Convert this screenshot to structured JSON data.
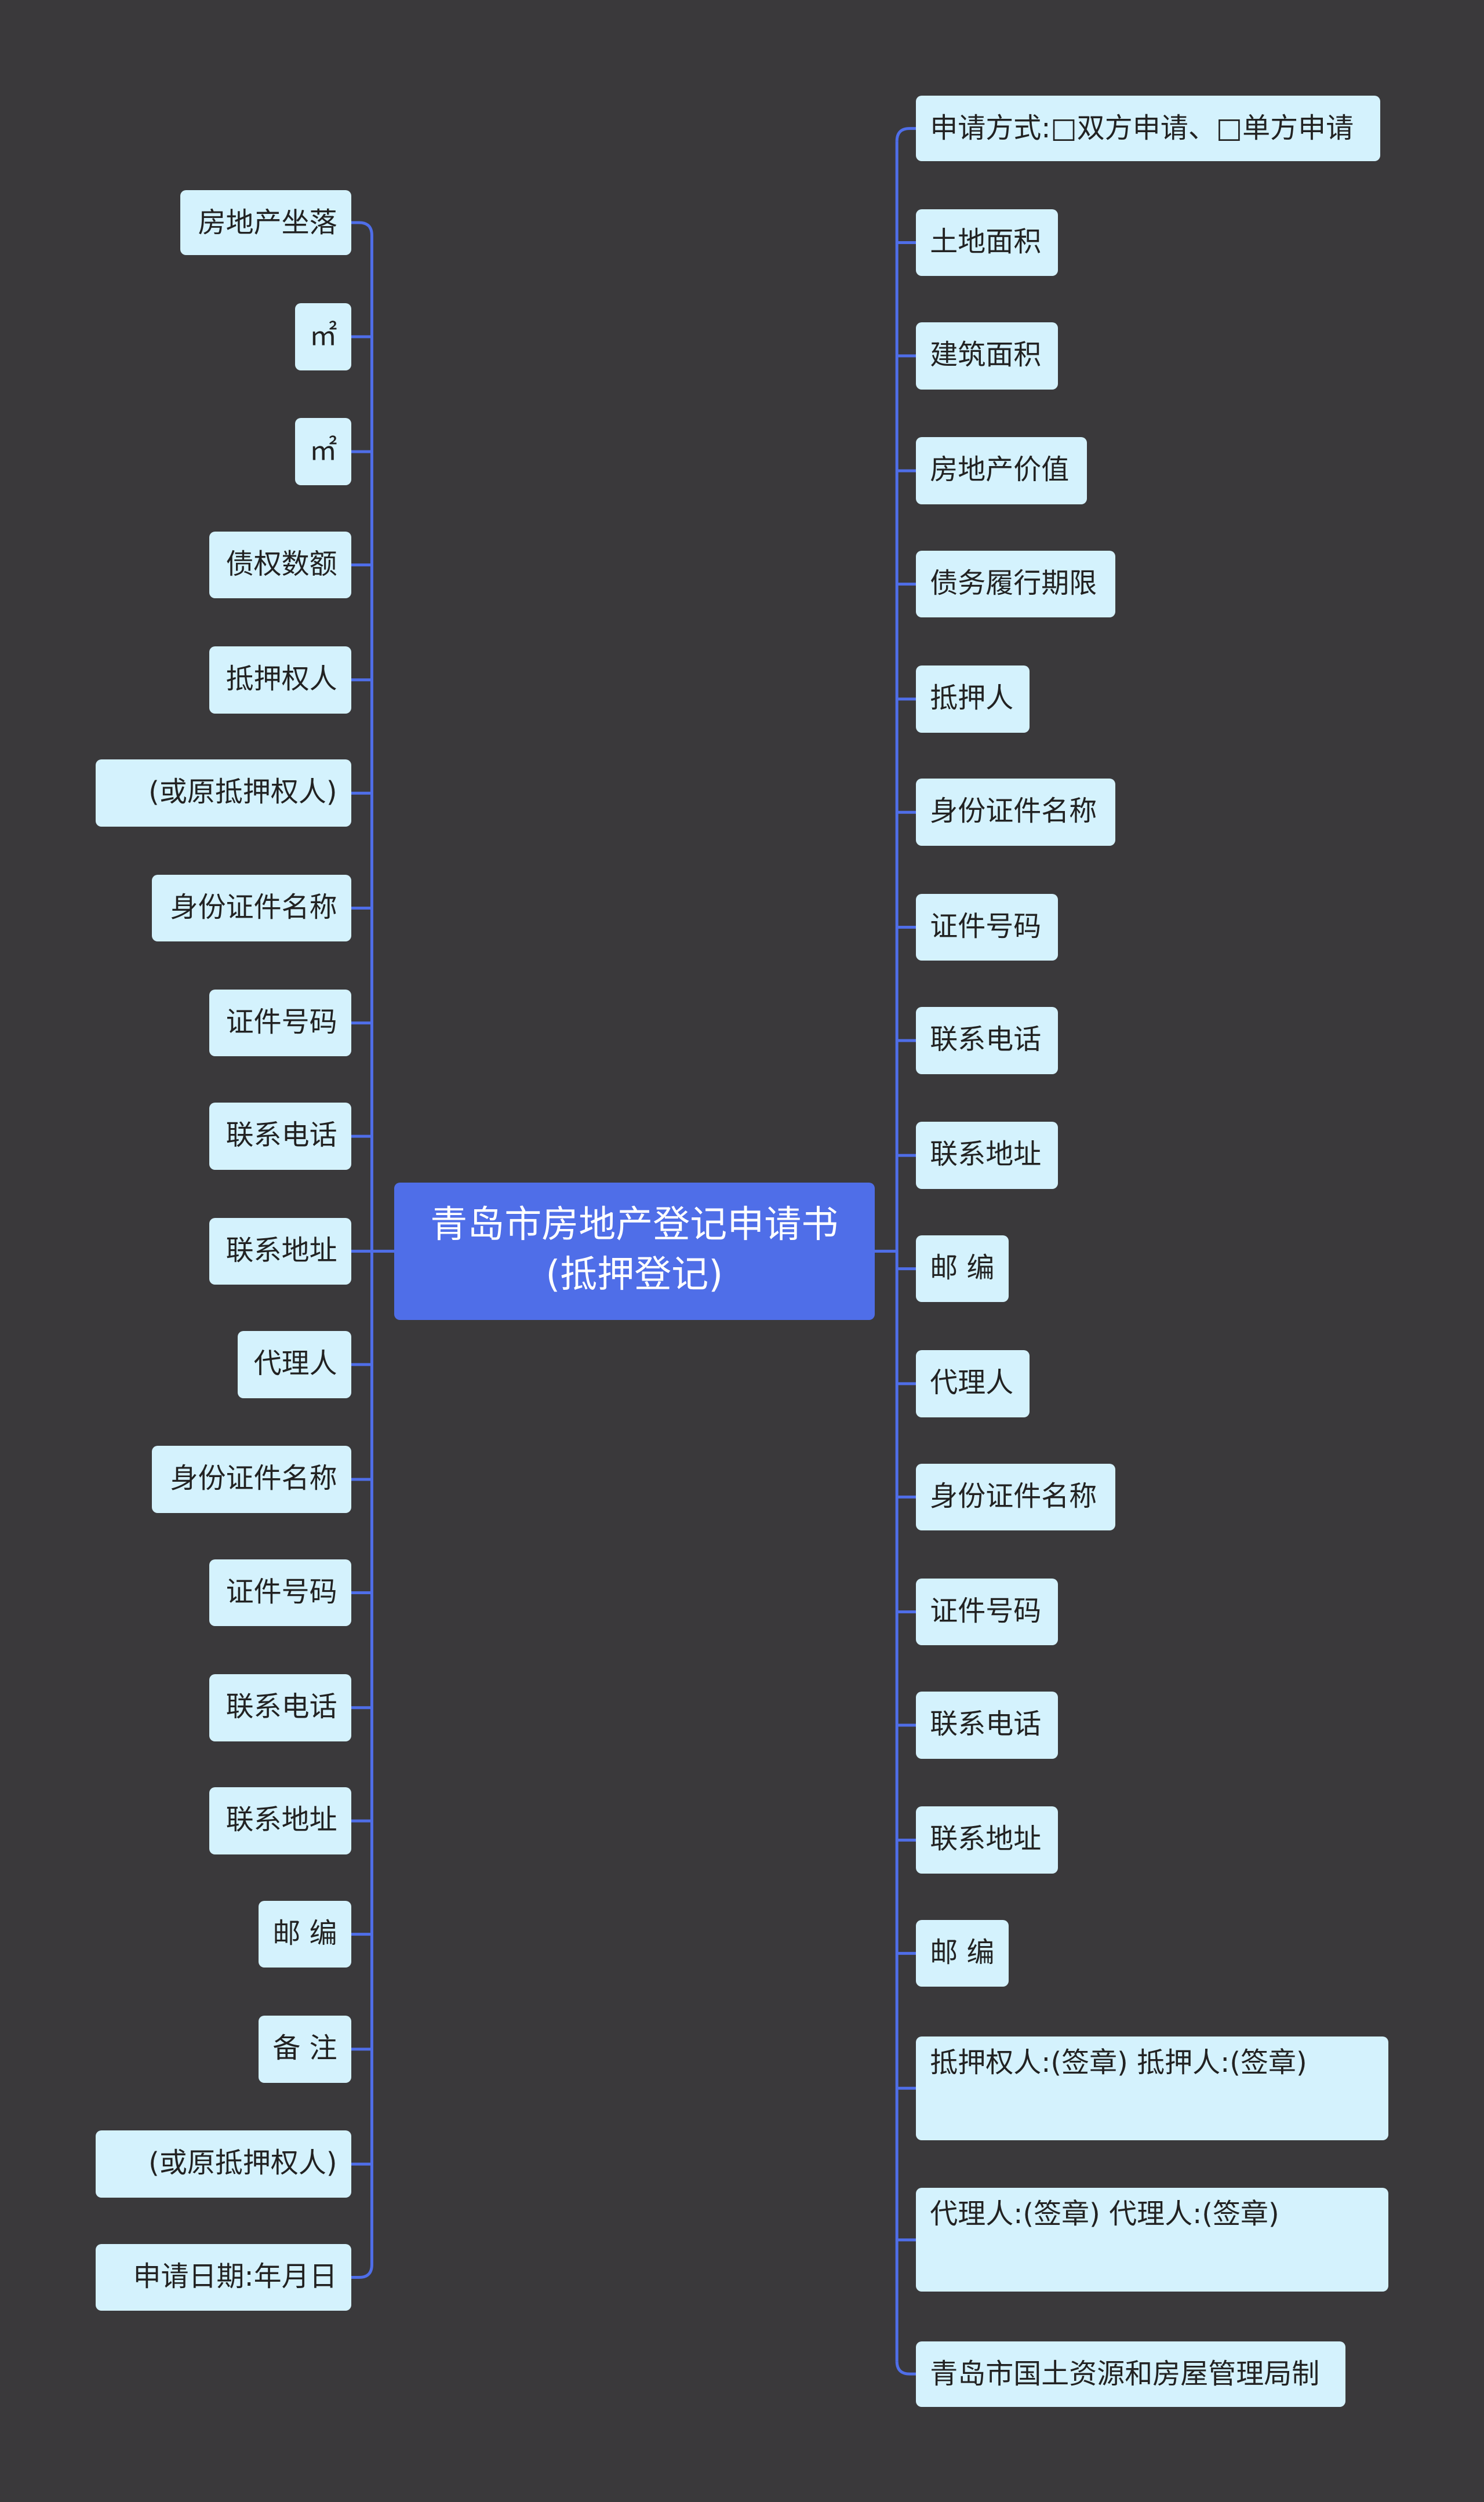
{
  "colors": {
    "background": "#3a393b",
    "center_fill": "#4f6ee8",
    "node_fill": "#d4f2fd",
    "node_text": "#222222",
    "connector": "#4f6ee8"
  },
  "center": {
    "title_line1": "青岛市房地产登记申请书",
    "title_line2": "(抵押登记)"
  },
  "left": [
    "房地产坐落",
    "㎡",
    "㎡",
    "债权数额",
    "抵押权人",
    "(或原抵押权人)",
    "身份证件名称",
    "证件号码",
    "联系电话",
    "联系地址",
    "代理人",
    "身份证件名称",
    "证件号码",
    "联系电话",
    "联系地址",
    "邮 编",
    "备 注",
    "(或原抵押权人)",
    "申请日期:年月日"
  ],
  "right": [
    "申请方式:□双方申请、□单方申请",
    "土地面积",
    "建筑面积",
    "房地产价值",
    "债务履行期限",
    "抵押人",
    "身份证件名称",
    "证件号码",
    "联系电话",
    "联系地址",
    "邮 编",
    "代理人",
    "身份证件名称",
    "证件号码",
    "联系电话",
    "联系地址",
    "邮 编",
    "抵押权人:(签章) 抵押人:(签章)",
    "代理人:(签章) 代理人:(签章)",
    "青岛市国土资源和房屋管理局制"
  ]
}
